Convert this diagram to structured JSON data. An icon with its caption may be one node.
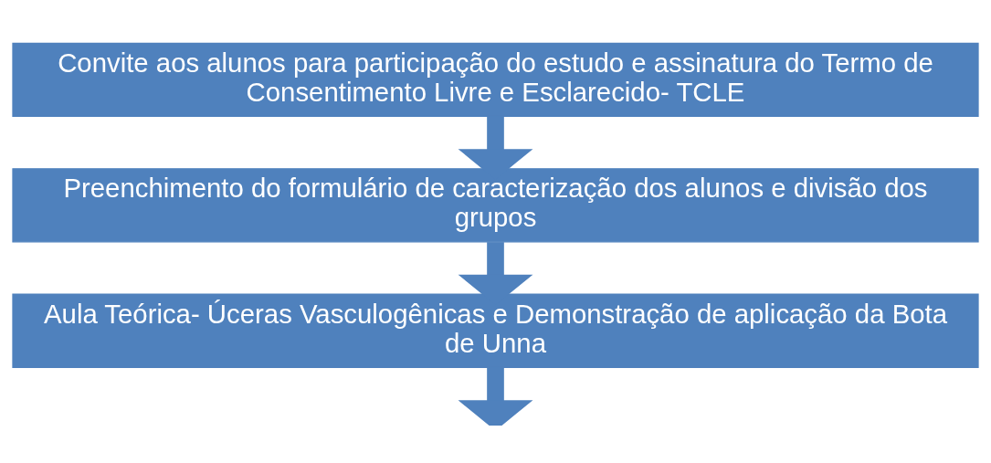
{
  "diagram": {
    "nodes": [
      {
        "text": [
          "Convite aos alunos para participação do estudo e assinatura do Termo de Consentimento Livre e Esclarecido- TCLE"
        ]
      },
      {
        "text": [
          "Preenchimento do formulário de caracterização dos alunos e divisão dos grupos"
        ]
      },
      {
        "text": [
          "Aula Teórica- Úceras Vasculogênicas e Demonstração de aplicação da Bota de Unna"
        ]
      }
    ],
    "edges": [
      {
        "from": 0,
        "to": 1,
        "arrow": "to"
      },
      {
        "from": 1,
        "to": 2,
        "arrow": "to"
      },
      {
        "from": 2,
        "to": null,
        "arrow": "to"
      }
    ]
  }
}
